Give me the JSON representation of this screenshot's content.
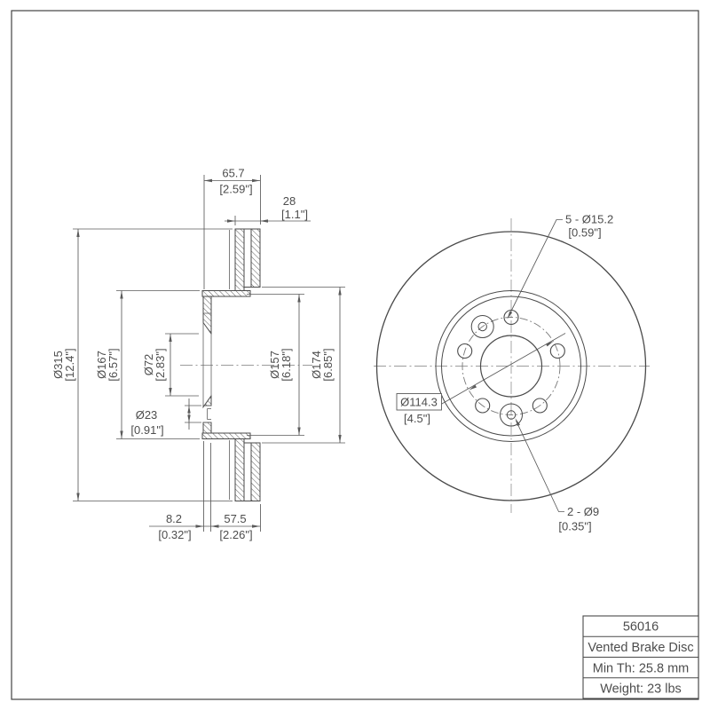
{
  "colors": {
    "line": "#4a4a4a",
    "dimension_line": "#5a5a5a",
    "text": "#4d4d4d",
    "centerline": "#9c9c9c",
    "background": "#ffffff"
  },
  "section_view": {
    "dims": {
      "overall_width_mm": "65.7",
      "overall_width_in": "[2.59\"]",
      "rotor_thickness_mm": "28",
      "rotor_thickness_in": "[1.1\"]",
      "outer_diameter_mm": "Ø315",
      "outer_diameter_in": "[12.4\"]",
      "hat_diameter_mm": "Ø167",
      "hat_diameter_in": "[6.57\"]",
      "bore_diameter_mm": "Ø72",
      "bore_diameter_in": "[2.83\"]",
      "hole_diameter_mm": "Ø23",
      "hole_diameter_in": "[0.91\"]",
      "inner_braking_diameter_mm": "Ø157",
      "inner_braking_diameter_in": "[6.18\"]",
      "outboard_braking_diameter_mm": "Ø174",
      "outboard_braking_diameter_in": "[6.85\"]",
      "hat_face_thickness_mm": "8.2",
      "hat_face_thickness_in": "[0.32\"]",
      "hat_depth_mm": "57.5",
      "hat_depth_in": "[2.26\"]"
    }
  },
  "front_view": {
    "stud_holes_note_mm": "5 - Ø15.2",
    "stud_holes_note_in": "[0.59\"]",
    "screw_holes_note_mm": "2 - Ø9",
    "screw_holes_note_in": "[0.35\"]",
    "bolt_circle_mm": "Ø114.3",
    "bolt_circle_in": "[4.5\"]"
  },
  "title_block": {
    "part_number": "56016",
    "description": "Vented Brake Disc",
    "min_thickness": "Min Th: 25.8 mm",
    "weight": "Weight: 23 lbs"
  }
}
